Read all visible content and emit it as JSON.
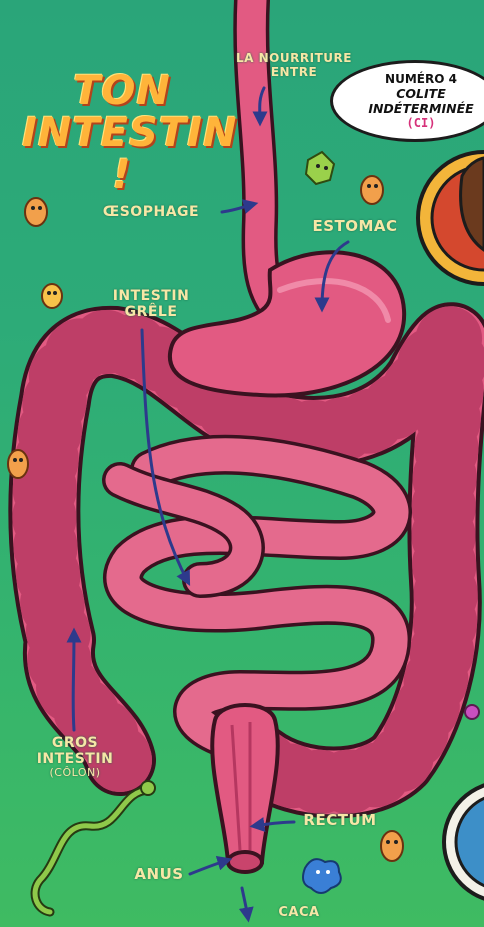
{
  "title": {
    "line1": "TON",
    "line2": "INTESTIN !"
  },
  "bubble": {
    "line1": "NUMÉRO 4",
    "line2": "COLITE",
    "line3": "INDÉTERMINÉE",
    "line4": "(CI)"
  },
  "labels": {
    "food_enters_1": "LA NOURRITURE",
    "food_enters_2": "ENTRE",
    "esophagus": "ŒSOPHAGE",
    "stomach": "ESTOMAC",
    "small_intestine_1": "INTESTIN",
    "small_intestine_2": "GRÊLE",
    "large_intestine_1": "GROS",
    "large_intestine_2": "INTESTIN",
    "large_intestine_3": "(CÔLON)",
    "rectum": "RECTUM",
    "anus": "ANUS",
    "poop": "CACA"
  },
  "colors": {
    "background": "#2dab78",
    "organ": "#e25a82",
    "organ_shade": "#b53760",
    "outline": "#3a1220",
    "arrow": "#2d3a8c",
    "label": "#f6e7a6",
    "title": "#ffb43a"
  }
}
